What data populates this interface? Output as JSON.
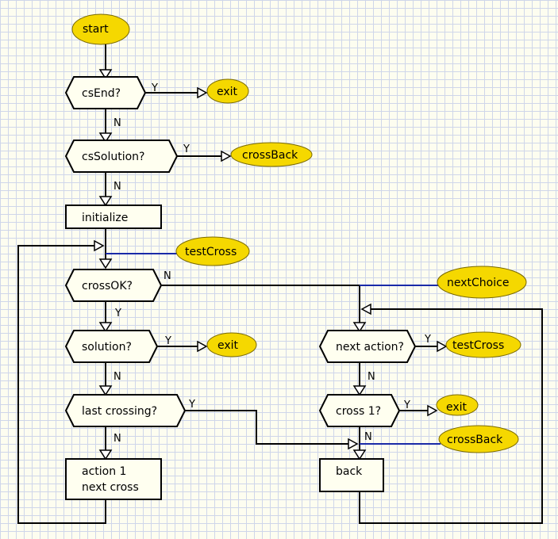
{
  "nodes": {
    "start": "start",
    "cs_end": "csEnd?",
    "exit_1": "exit",
    "cs_solution": "csSolution?",
    "cross_back_1": "crossBack",
    "initialize": "initialize",
    "test_cross_1": "testCross",
    "cross_ok": "crossOK?",
    "next_choice": "nextChoice",
    "solution": "solution?",
    "exit_2": "exit",
    "last_crossing": "last crossing?",
    "action_line1": "action 1",
    "action_line2": "next cross",
    "next_action": "next action?",
    "test_cross_2": "testCross",
    "cross_1": "cross 1?",
    "exit_3": "exit",
    "cross_back_2": "crossBack",
    "back": "back"
  },
  "branch_labels": {
    "cs_end_yes": "Y",
    "cs_end_no": "N",
    "cs_solution_yes": "Y",
    "cs_solution_no": "N",
    "cross_ok_no": "N",
    "cross_ok_yes": "Y",
    "solution_yes": "Y",
    "solution_no": "N",
    "last_crossing_yes": "Y",
    "last_crossing_no": "N",
    "next_action_yes": "Y",
    "next_action_no": "N",
    "cross_1_yes": "Y",
    "cross_1_no": "N"
  },
  "colors": {
    "terminal_fill": "#f5d800",
    "link_line": "#1a2aa8",
    "grid": "#cfd6ea",
    "background": "#fdfdf0"
  }
}
